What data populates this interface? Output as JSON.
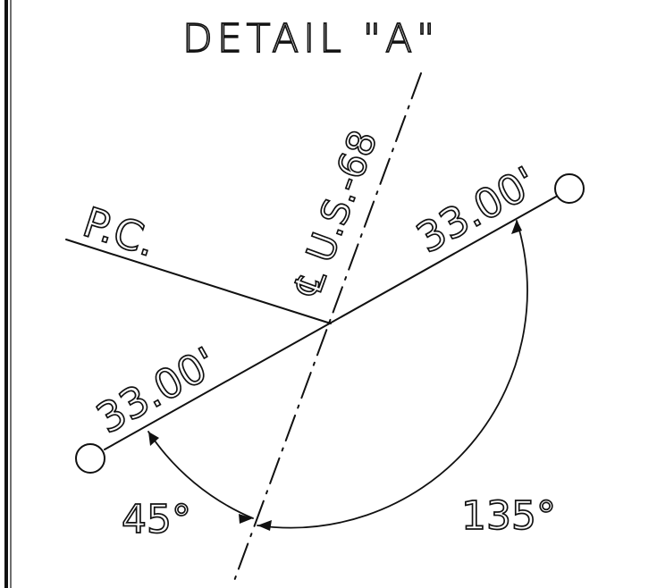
{
  "drawing": {
    "title": "DETAIL \"A\"",
    "centerline_label": "℄ U.S.-68",
    "pc_label": "P.C.",
    "upper_distance": "33.00'",
    "lower_distance": "33.00'",
    "angle_small": "45°",
    "angle_large": "135°"
  },
  "colors": {
    "ink": "#111111",
    "paper": "#ffffff"
  }
}
